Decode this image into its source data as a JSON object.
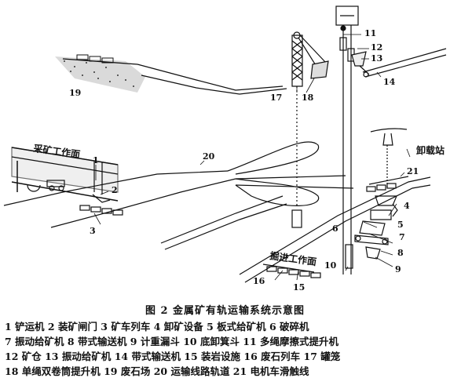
{
  "figure": {
    "area_labels": {
      "mining_face": "采矿工作面",
      "tunneling_face": "掘进工作面",
      "unloading_station": "卸载站"
    },
    "callouts": [
      "1",
      "2",
      "3",
      "4",
      "5",
      "6",
      "7",
      "8",
      "9",
      "10",
      "11",
      "12",
      "13",
      "14",
      "15",
      "16",
      "17",
      "18",
      "19",
      "20",
      "21"
    ]
  },
  "caption": {
    "title": "图 2   金属矿有轨运输系统示意图",
    "legend_lines": [
      "1  铲运机   2  装矿闸门    3  矿车列车    4  卸矿设备    5  板式给矿机   6  破碎机",
      "7  振动给矿机  8  带式输送机  9  计重漏斗   10  底卸箕斗   11  多绳摩擦式提升机",
      "12  矿仓    13  振动给矿机  14  带式输送机  15  装岩设施  16  废石列车  17  罐笼",
      "18  单绳双卷筒提升机  19  废石场  20  运输线路轨道  21  电机车滑触线"
    ]
  }
}
